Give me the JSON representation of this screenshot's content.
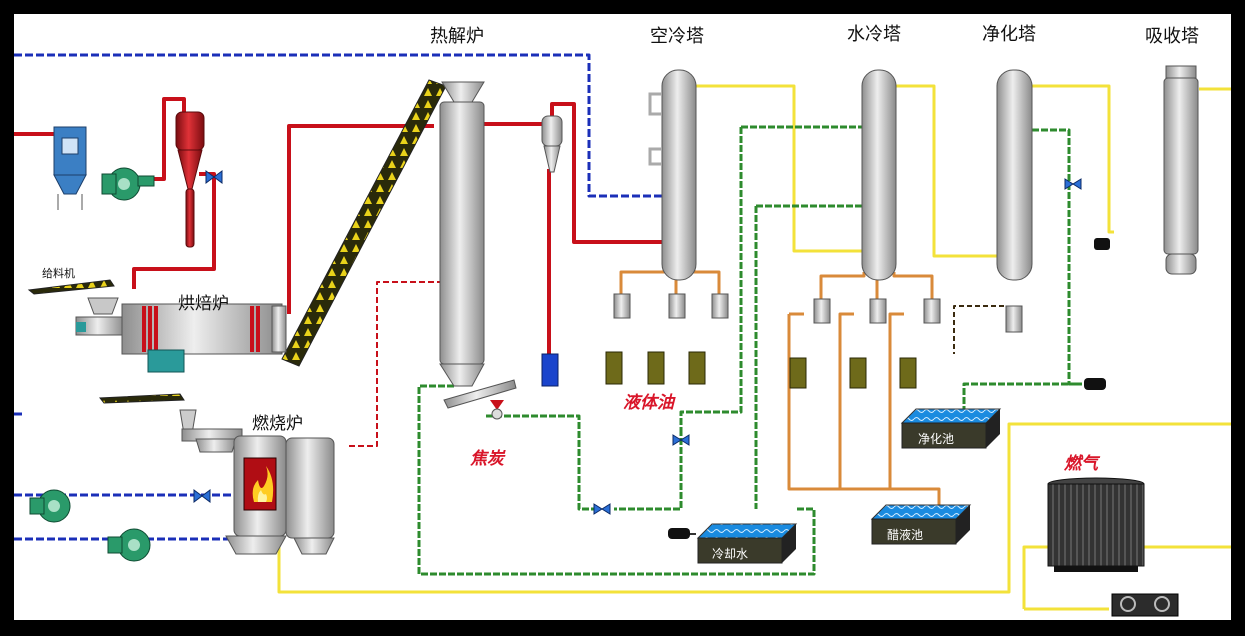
{
  "labels": {
    "pyrolysis_furnace": "热解炉",
    "air_cooling_tower": "空冷塔",
    "water_cooling_tower": "水冷塔",
    "purification_tower": "净化塔",
    "absorption_tower": "吸收塔",
    "feeder": "给料机",
    "drying_furnace": "烘焙炉",
    "combustion_furnace": "燃烧炉",
    "liquid_oil": "液体油",
    "char": "焦炭",
    "gas": "燃气",
    "purification_pool": "净化池",
    "vinegar_pool": "醋液池",
    "cooling_water": "冷却水"
  },
  "colors": {
    "hot_gas_pipe": "#c8101a",
    "fuel_gas_pipe": "#f3e23a",
    "water_pipe": "#2e8b2e",
    "air_pipe": "#1b2fb8",
    "oil_pipe": "#d98a3a",
    "vessel": "#c9c9c9",
    "tank": "#6e6a1a",
    "gas_holder": "#1a1a1a"
  }
}
